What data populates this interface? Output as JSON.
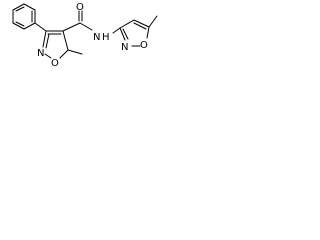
{
  "structure": {
    "atom_labels": {
      "carbonyl_oxygen": "O",
      "amide_nitrogen": "N",
      "amide_hydrogen": "H",
      "left_ring_nitrogen": "N",
      "left_ring_oxygen": "O",
      "right_ring_nitrogen": "N",
      "right_ring_oxygen": "O"
    },
    "colors": {
      "bond": "#000000",
      "label": "#000000",
      "background": "#ffffff"
    }
  }
}
